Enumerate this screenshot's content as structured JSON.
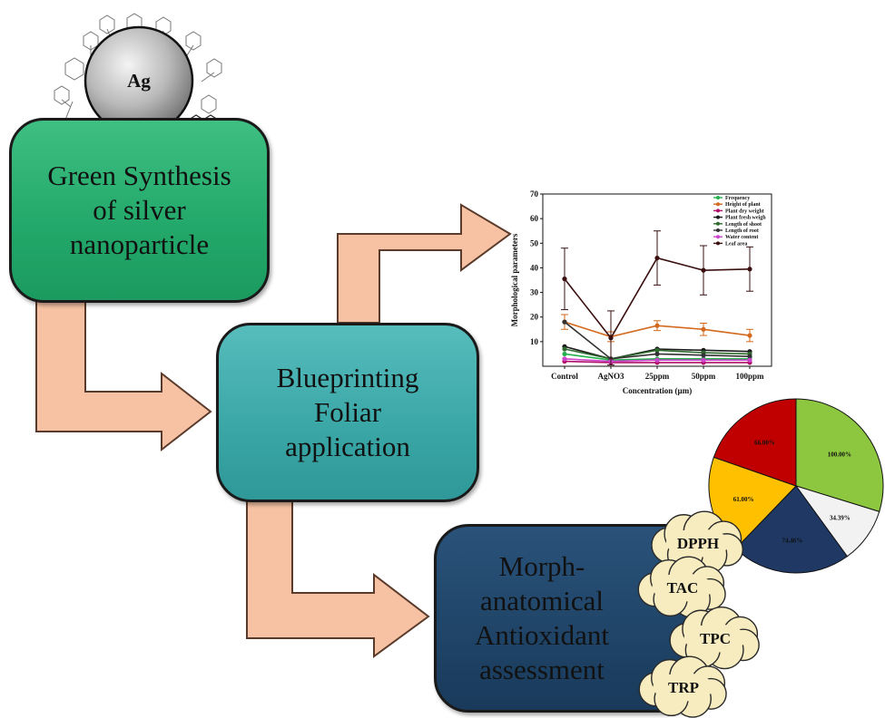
{
  "nanoparticle": {
    "label": "Ag"
  },
  "boxes": {
    "synthesis": "Green Synthesis\nof silver\nnanoparticle",
    "foliar": "Blueprinting\nFoliar\napplication",
    "assessment": "Morph-\nanatomical\nAntioxidant\nassessment"
  },
  "assays": [
    "DPPH",
    "TAC",
    "TPC",
    "TRP"
  ],
  "colors": {
    "arrow_fill": "#f6c2a3",
    "arrow_stroke": "#5a3a2a",
    "synthesis_box": "#22a86a",
    "foliar_box": "#3aa6a6",
    "assessment_box": "#1f4467",
    "cloud_fill": "#f7ecbf"
  },
  "chart_data": [
    {
      "type": "line",
      "xlabel": "Concentration (µm)",
      "ylabel": "Morphological parameters",
      "categories": [
        "Control",
        "AgNO3",
        "25ppm",
        "50ppm",
        "100ppm"
      ],
      "ylim": [
        0,
        70
      ],
      "yticks": [
        10,
        20,
        30,
        40,
        50,
        60,
        70
      ],
      "legend_position": "top-right",
      "series": [
        {
          "name": "Frequency",
          "color": "#22b14c",
          "values": [
            5,
            2.5,
            3,
            3,
            3
          ]
        },
        {
          "name": "Height of plant",
          "color": "#d2691e",
          "values": [
            18,
            12,
            16.5,
            15,
            12.5
          ],
          "errors": [
            3,
            2,
            2,
            2.5,
            2.5
          ]
        },
        {
          "name": "Plant dry weight",
          "color": "#b0106a",
          "values": [
            2,
            1.5,
            1.5,
            1.5,
            1.5
          ]
        },
        {
          "name": "Plant fresh weigh",
          "color": "#1a1a1a",
          "values": [
            8,
            3,
            7,
            6.5,
            6
          ]
        },
        {
          "name": "Length of shoot",
          "color": "#2e6b2e",
          "values": [
            7,
            3,
            6.5,
            5.5,
            5
          ]
        },
        {
          "name": "Length of root",
          "color": "#333333",
          "values": [
            18,
            3,
            5,
            4.5,
            4
          ]
        },
        {
          "name": "Water content",
          "color": "#cc44cc",
          "values": [
            3,
            2,
            2.5,
            2.5,
            2.5
          ]
        },
        {
          "name": "Leaf area",
          "color": "#3a1010",
          "values": [
            35.5,
            11.5,
            44,
            39,
            39.5
          ],
          "errors": [
            12.5,
            11,
            11,
            10,
            9
          ]
        }
      ]
    },
    {
      "type": "pie",
      "labels": [
        "100.00%",
        "34.39%",
        "74.46%",
        "61.00%",
        "66.00%"
      ],
      "values": [
        100.0,
        34.39,
        74.46,
        61.0,
        66.0
      ],
      "colors": [
        "#8dc63f",
        "#f2f2f2",
        "#1f3864",
        "#ffc000",
        "#c00000"
      ]
    }
  ]
}
